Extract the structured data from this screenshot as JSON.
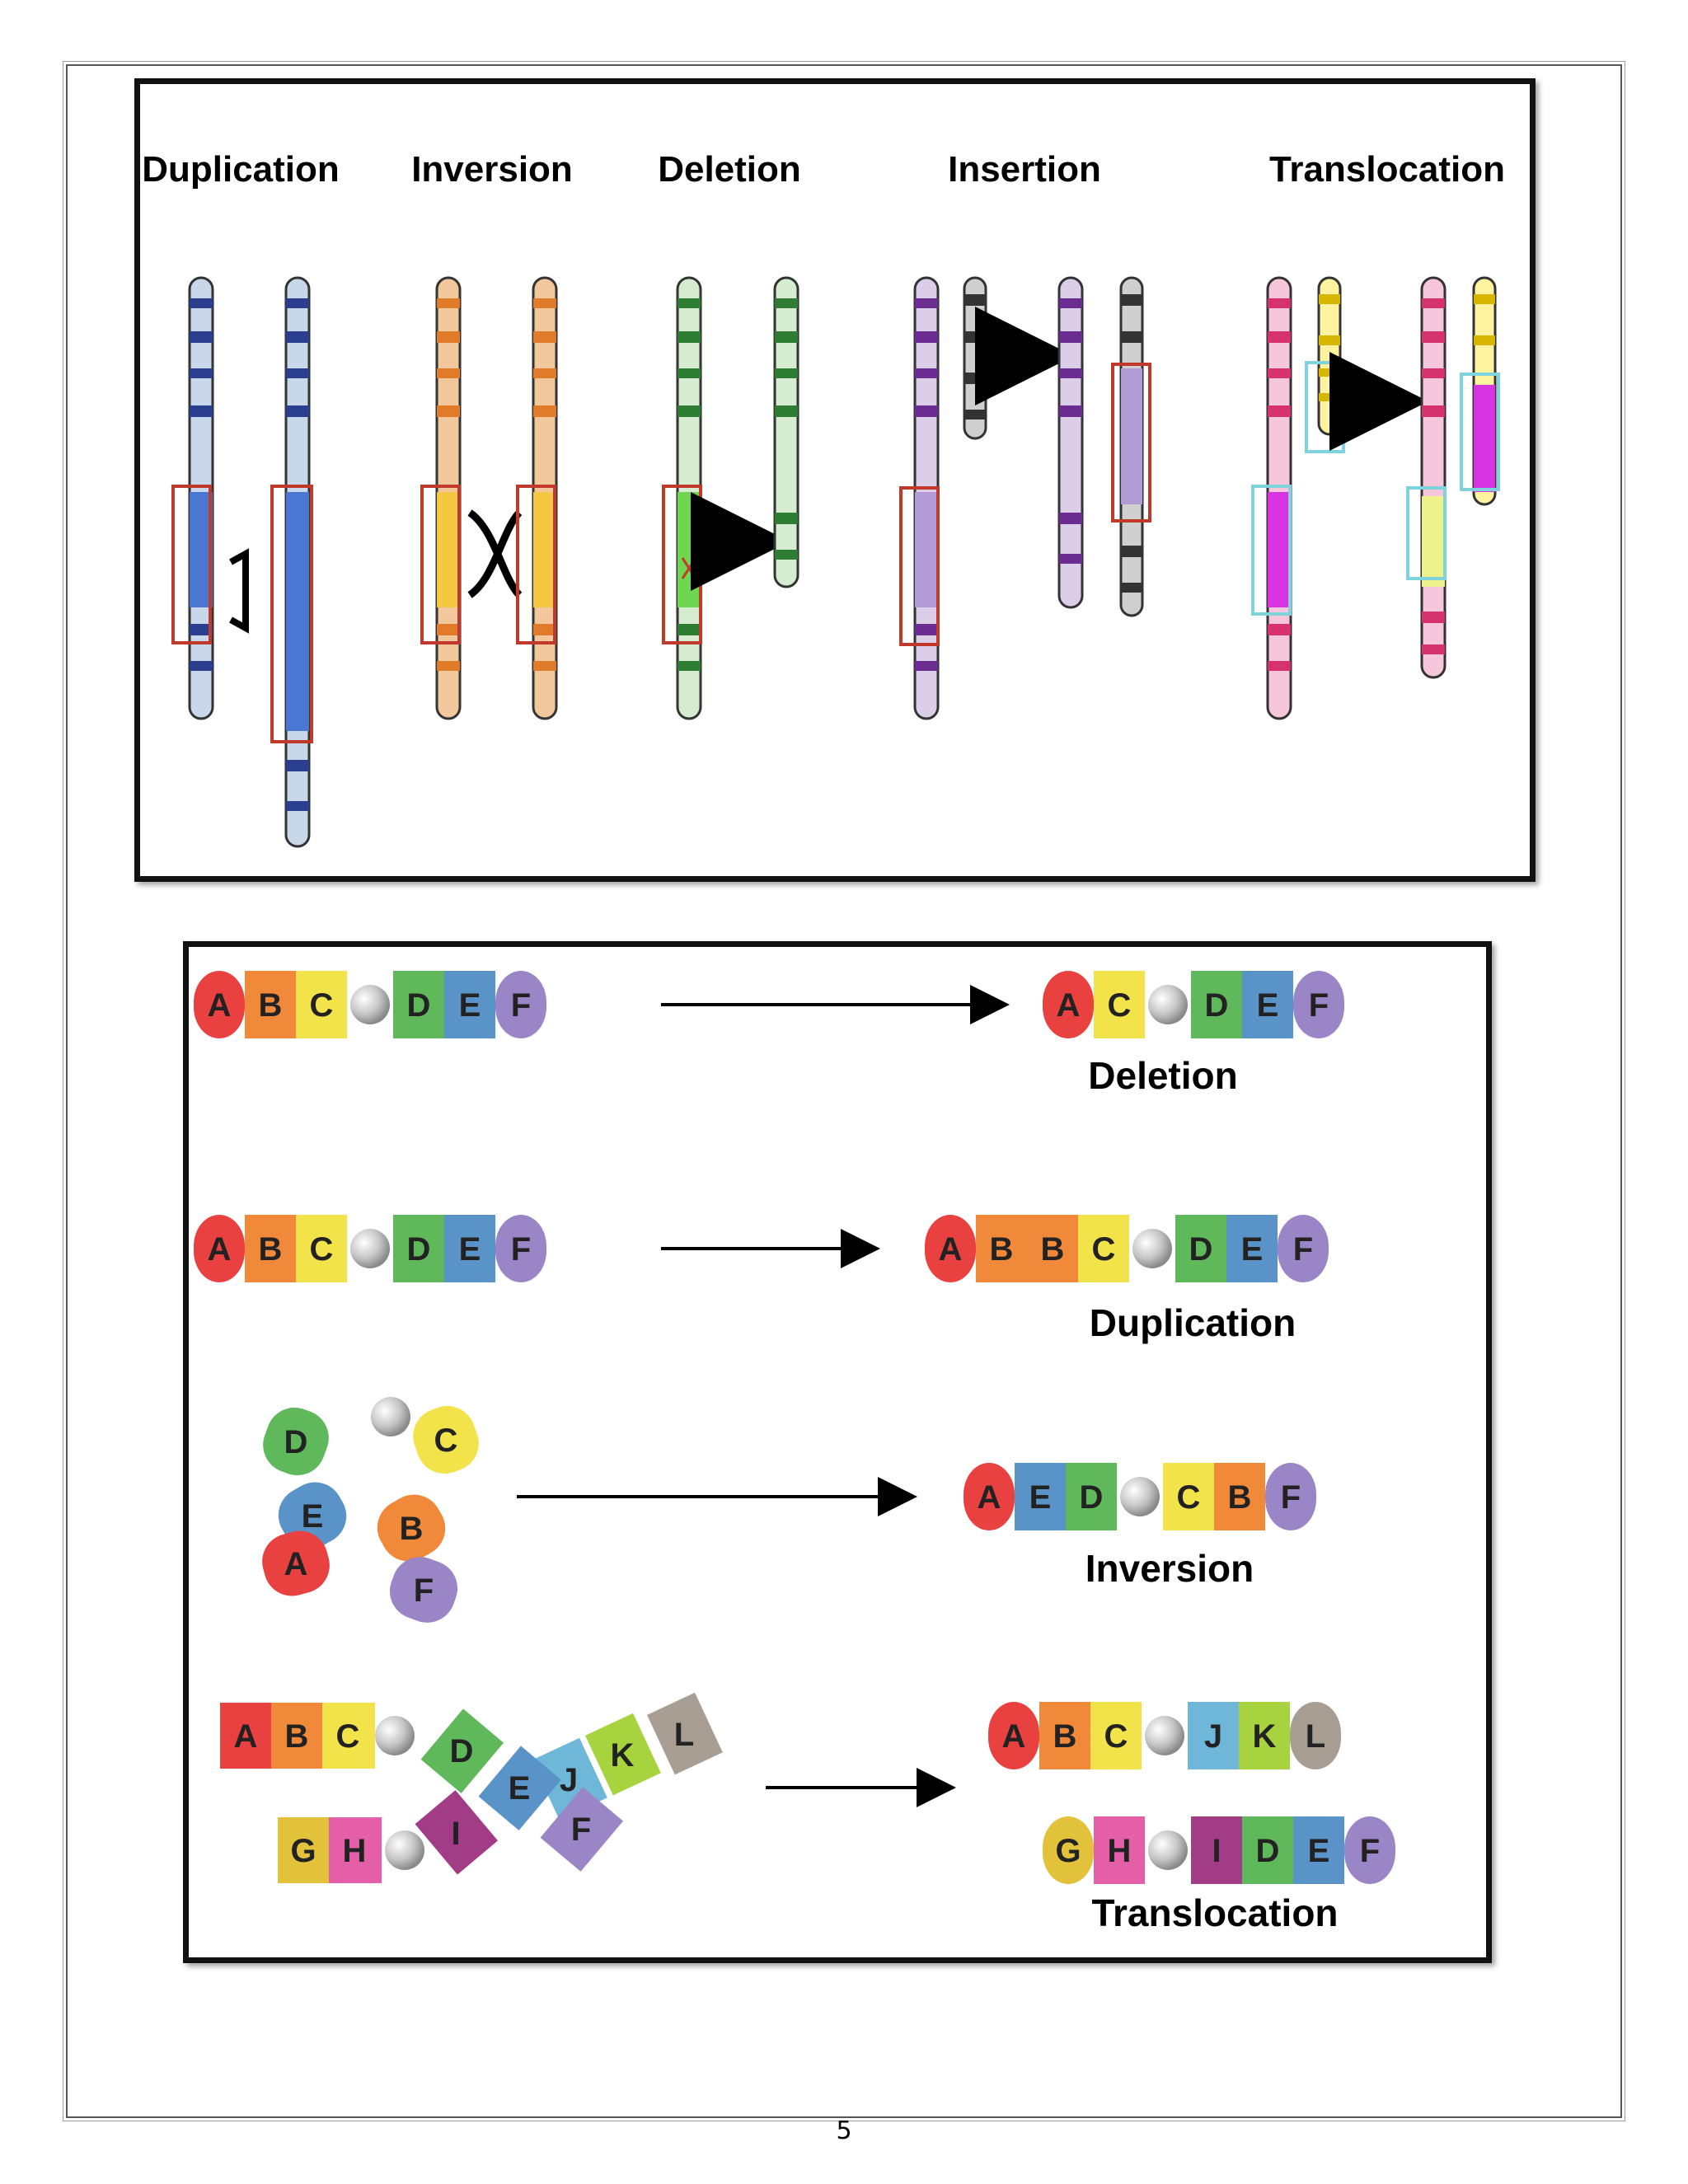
{
  "top_panel": {
    "labels": [
      "Duplication",
      "Inversion",
      "Deletion",
      "Insertion",
      "Translocation"
    ]
  },
  "bottom_panel": {
    "deletion": {
      "before": [
        "A",
        "B",
        "C",
        "D",
        "E",
        "F"
      ],
      "after": [
        "A",
        "C",
        "D",
        "E",
        "F"
      ],
      "caption": "Deletion"
    },
    "duplication": {
      "before": [
        "A",
        "B",
        "C",
        "D",
        "E",
        "F"
      ],
      "after": [
        "A",
        "B",
        "B",
        "C",
        "D",
        "E",
        "F"
      ],
      "caption": "Duplication"
    },
    "inversion": {
      "before": [
        "D",
        "C",
        "E",
        "B",
        "A",
        "F"
      ],
      "after": [
        "A",
        "E",
        "D",
        "C",
        "B",
        "F"
      ],
      "caption": "Inversion"
    },
    "translocation": {
      "before_top": [
        "A",
        "B",
        "C",
        "D",
        "E",
        "F"
      ],
      "before_cross": [
        "J",
        "K",
        "L"
      ],
      "before_bottom": [
        "G",
        "H",
        "I"
      ],
      "after_top": [
        "A",
        "B",
        "C",
        "J",
        "K",
        "L"
      ],
      "after_bottom": [
        "G",
        "H",
        "I",
        "D",
        "E",
        "F"
      ],
      "caption": "Translocation"
    }
  },
  "page_number": "5",
  "colors": {
    "A": "#e8413f",
    "B": "#f08a3a",
    "C": "#f3e34a",
    "D": "#5fb85a",
    "E": "#5a93c8",
    "F": "#9a86c7",
    "G": "#e2c23b",
    "H": "#e55fa8",
    "I": "#a23c86",
    "J": "#6fb7d8",
    "K": "#a6d33e",
    "L": "#a79d93"
  }
}
